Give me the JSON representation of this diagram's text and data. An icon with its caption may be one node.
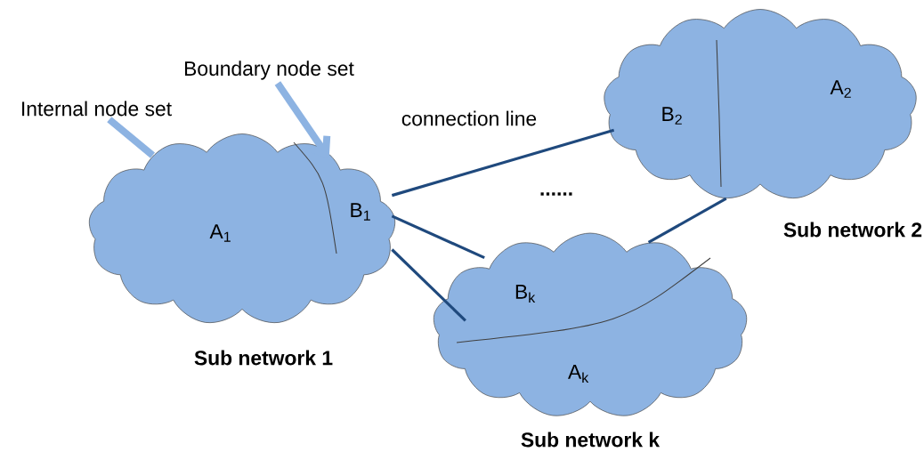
{
  "diagram": {
    "nodes": [
      {
        "text": [
          "Internal node set"
        ]
      },
      {
        "text": [
          "Boundary node set"
        ]
      },
      {
        "text": [
          "Sub network 1"
        ]
      },
      {
        "text": [
          "A$_{1}$"
        ],
        "in": 2
      },
      {
        "text": [
          "B$_{1}$"
        ],
        "in": 2
      },
      {
        "text": [
          "Sub network 2"
        ]
      },
      {
        "text": [
          "B$_{2}$"
        ],
        "in": 5
      },
      {
        "text": [
          "A$_{2}$"
        ],
        "in": 5
      },
      {
        "text": [
          "Sub network k"
        ]
      },
      {
        "text": [
          "B$_{k}$"
        ],
        "in": 8
      },
      {
        "text": [
          "A$_{k}$"
        ],
        "in": 8
      }
    ],
    "edges": [
      {
        "from": 0,
        "to": 2,
        "arrow": "none",
        "style": "thick",
        "color": "#8db3e2"
      },
      {
        "from": 1,
        "to": 4,
        "arrow": "to",
        "style": "thick",
        "color": "#8db3e2"
      },
      {
        "from": 4,
        "to": 6,
        "arrow": "none",
        "label": "connection line"
      },
      {
        "from": 4,
        "to": 9,
        "arrow": "none"
      },
      {
        "from": 4,
        "to": 9,
        "arrow": "none"
      },
      {
        "from": 5,
        "to": 8,
        "arrow": "none"
      }
    ],
    "labels": [
      "......"
    ]
  }
}
